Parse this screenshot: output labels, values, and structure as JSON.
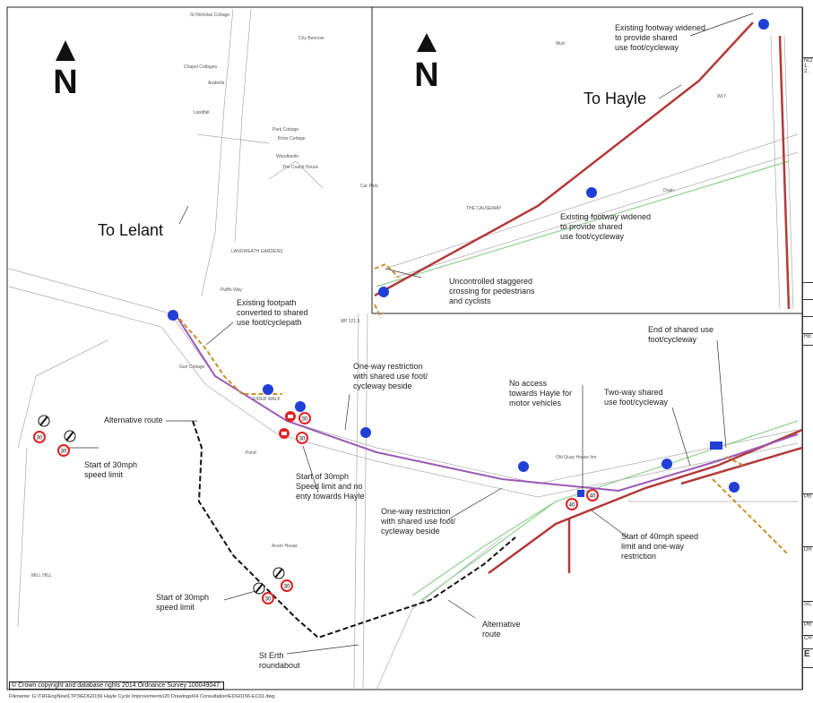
{
  "labels": {
    "to_lelant": "To Lelant",
    "to_hayle": "To Hayle",
    "north": "N",
    "footway_widened_top": "Existing footway widened\nto provide shared\nuse foot/cycleway",
    "footway_widened_mid": "Existing footway widened\nto provide shared\nuse foot/cycleway",
    "uncontrolled_crossing": "Uncontrolled staggered\ncrossing for pedestrians\nand cyclists",
    "footpath_converted": "Existing footpath\nconverted to shared\nuse foot/cyclepath",
    "end_shared_use": "End of shared use\nfoot/cycleway",
    "one_way_restriction_top": "One-way restriction\nwith shared use foot/\ncycleway beside",
    "no_access_hayle": "No access\ntowards Hayle for\nmotor vehicles",
    "two_way_shared": "Two-way shared\nuse foot/cycleway",
    "alternative_route_left": "Alternative route",
    "start_30_left": "Start of 30mph\nspeed limit",
    "start_30_no_entry": "Start of 30mph\nSpeed limit and no\nenty towards Hayle",
    "one_way_restriction_bottom": "One-way restriction\nwith shared use foot/\ncycleway beside",
    "start_40_one_way": "Start of 40mph speed\nlimit and one-way\nrestriction",
    "start_30_bottom": "Start of 30mph\nspeed limit",
    "alternative_route_bottom": "Alternative\nroute",
    "st_erth_roundabout": "St Erth\nroundabout"
  },
  "places": [
    "St Nicholas Cottage",
    "Chy Bennow",
    "Chapel Cottages",
    "Arabella",
    "Landfall",
    "Park Cottage",
    "Rose Cottage",
    "Woodlands",
    "The Coach House",
    "LANGWEATH GARDENS",
    "Puffin Way",
    "EIDER WALK",
    "Mud",
    "WLT",
    "Pond",
    "Drain",
    "Gun Cottage",
    "Acorn House",
    "Old Quay House Inn",
    "THE CAUSEWAY",
    "MILL HILL",
    "Car Park",
    "MP 321.5"
  ],
  "speed_signs": {
    "thirty": "30",
    "forty": "40"
  },
  "footer": {
    "copyright": "© Crown copyright and database rights 2014 Ordnance Survey 100049047.",
    "filename": "Filename: G:\\TRFEngNew\\LTP3\\EDG0156 Hayle Cycle Improvements\\20 Drawings\\04 Consultation\\EDG0156-EC01.dwg"
  },
  "title_block": {
    "notes_heading": "NO",
    "items": [
      "1.",
      "2."
    ],
    "rev": "RE",
    "pr": "PR",
    "dr": "DR",
    "sc": "SC",
    "ch": "CH",
    "e": "E"
  },
  "colors": {
    "road": "#b23a3a",
    "cycle_route": "#9b59b6",
    "footpath": "#c8902a",
    "alt_route": "#111111",
    "marker": "#1f3fd6",
    "green": "#8fd18f"
  }
}
